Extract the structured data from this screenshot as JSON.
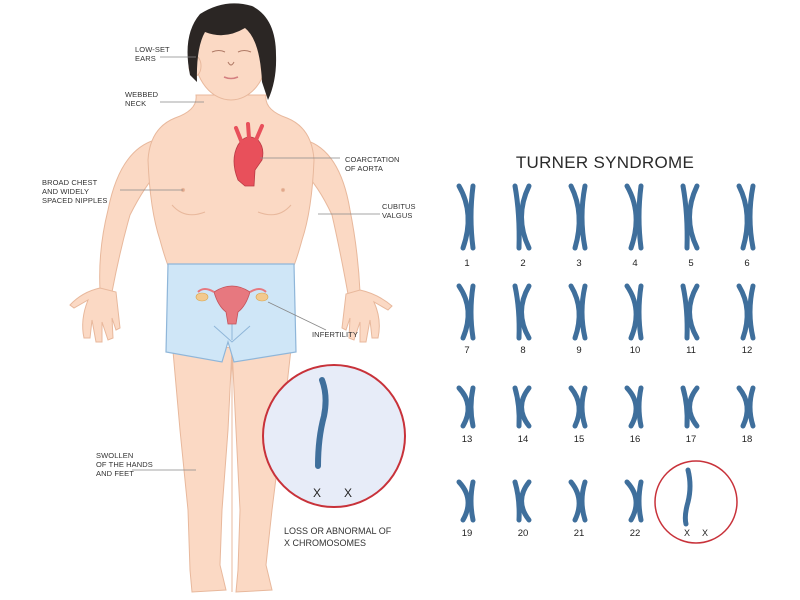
{
  "title": "TURNER SYNDROME",
  "labels": {
    "ears": "LOW-SET\nEARS",
    "neck": "WEBBED\nNECK",
    "chest": "BROAD CHEST\nAND WIDELY\nSPACED NIPPLES",
    "aorta": "COARCTATION\nOF AORTA",
    "cubitus": "CUBITUS\nVALGUS",
    "infertility": "INFERTILITY",
    "swollen": "SWOLLEN\nOF THE HANDS\nAND FEET"
  },
  "magnifier": {
    "caption": "LOSS OR ABNORMAL OF\nX CHROMOSOMES",
    "x1": "X",
    "x2": "X"
  },
  "karyotype": {
    "numbers": [
      "1",
      "2",
      "3",
      "4",
      "5",
      "6",
      "7",
      "8",
      "9",
      "10",
      "11",
      "12",
      "13",
      "14",
      "15",
      "16",
      "17",
      "18",
      "19",
      "20",
      "21",
      "22"
    ],
    "sex_x1": "X",
    "sex_x2": "X"
  },
  "colors": {
    "skin": "#fbd9c4",
    "skin_line": "#e8b89c",
    "hair": "#2b2624",
    "shorts": "#cfe6f7",
    "shorts_line": "#8fb6d9",
    "chromosome": "#3f6f9c",
    "circle_ring": "#c8323a",
    "magnifier_fill": "#e7ecf8",
    "heart": "#e8505b"
  }
}
